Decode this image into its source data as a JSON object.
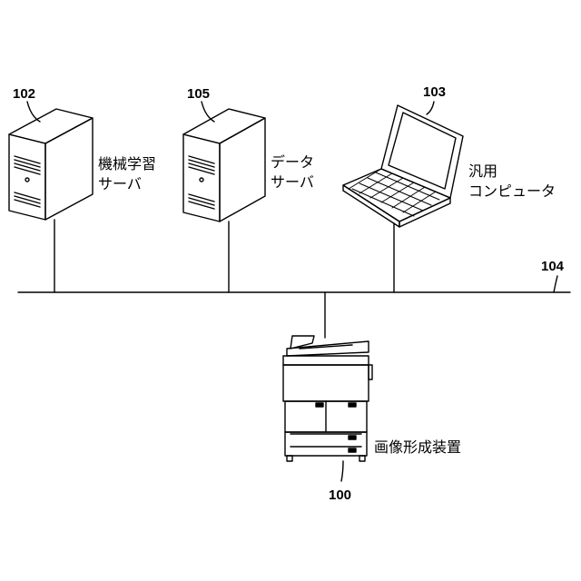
{
  "nodes": {
    "ml_server": {
      "number": "102",
      "label_lines": [
        "機械学習",
        "サーバ"
      ]
    },
    "data_server": {
      "number": "105",
      "label_lines": [
        "データ",
        "サーバ"
      ]
    },
    "computer": {
      "number": "103",
      "label_lines": [
        "汎用",
        "コンピュータ"
      ]
    },
    "network": {
      "number": "104"
    },
    "image_forming": {
      "number": "100",
      "label_lines": [
        "画像形成装置"
      ]
    }
  },
  "icons": {
    "ml_server": "tower-server-icon",
    "data_server": "tower-server-icon",
    "computer": "laptop-icon",
    "image_forming": "multifunction-printer-icon"
  }
}
